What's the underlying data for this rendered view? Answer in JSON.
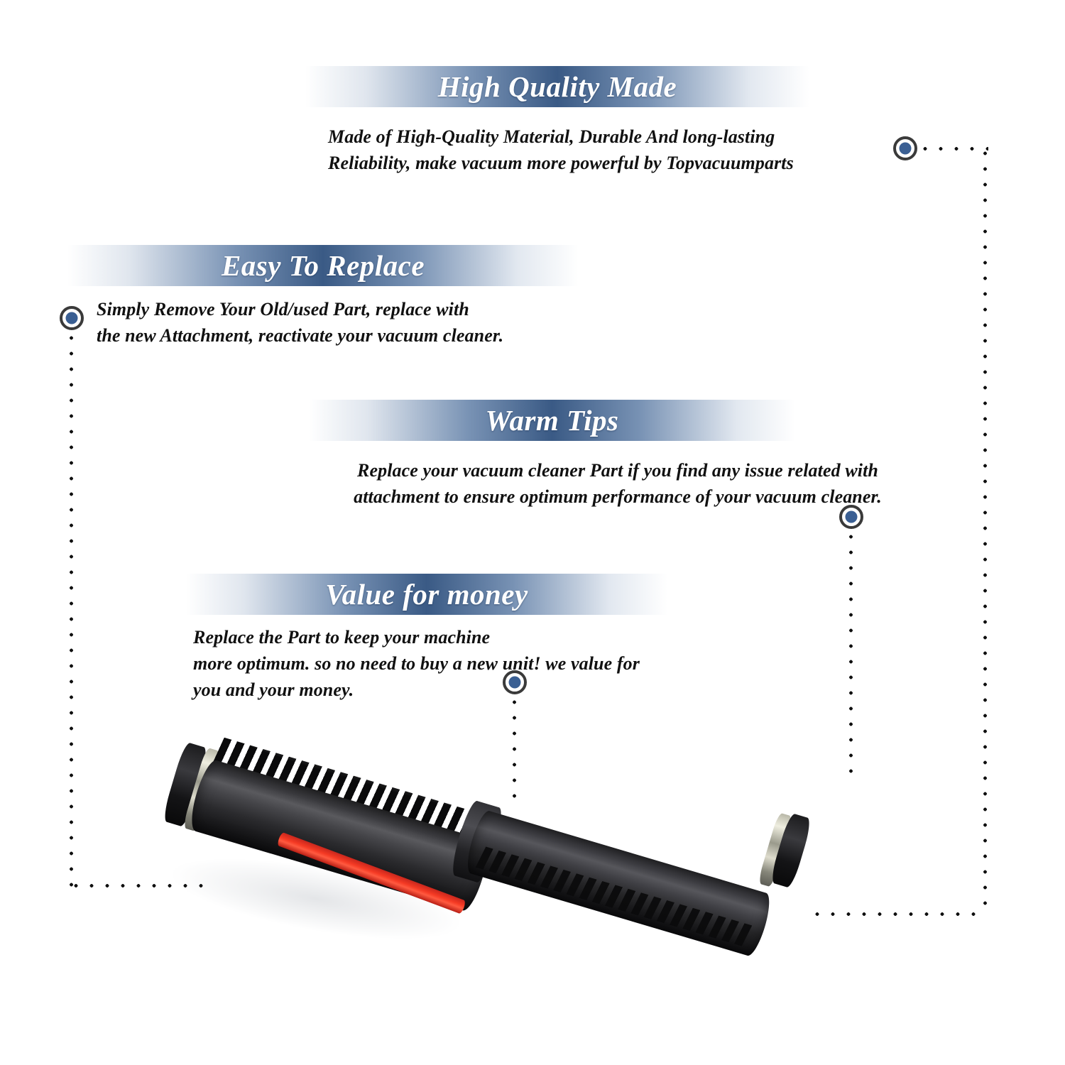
{
  "page": {
    "background_color": "#ffffff",
    "accent_blue": "#3a5a85",
    "marker_center_color": "#3a5f93",
    "marker_ring_color": "#3a3a3a",
    "connector_dot_color": "#111111"
  },
  "sections": [
    {
      "id": "high-quality-made",
      "title": "High Quality Made",
      "body": "Made of  High-Quality Material, Durable And long-lasting\nReliability, make vacuum more powerful by Topvacuumparts"
    },
    {
      "id": "easy-to-replace",
      "title": "Easy To Replace",
      "body": "Simply Remove Your Old/used Part, replace with\nthe new Attachment, reactivate your vacuum cleaner."
    },
    {
      "id": "warm-tips",
      "title": "Warm Tips",
      "body": "Replace your vacuum cleaner Part if you find any issue related with\nattachment to ensure optimum performance of your vacuum cleaner."
    },
    {
      "id": "value-for-money",
      "title": "Value for money",
      "body": "Replace the Part to keep your machine\nmore optimum. so no need to buy a new unit! we value for\nyou and your money."
    }
  ],
  "product": {
    "name": "vacuum-cleaner-brush-roll",
    "description": "Black cylindrical vacuum brush roller with bristle rows, metallic end bands and a red plastic strip"
  }
}
